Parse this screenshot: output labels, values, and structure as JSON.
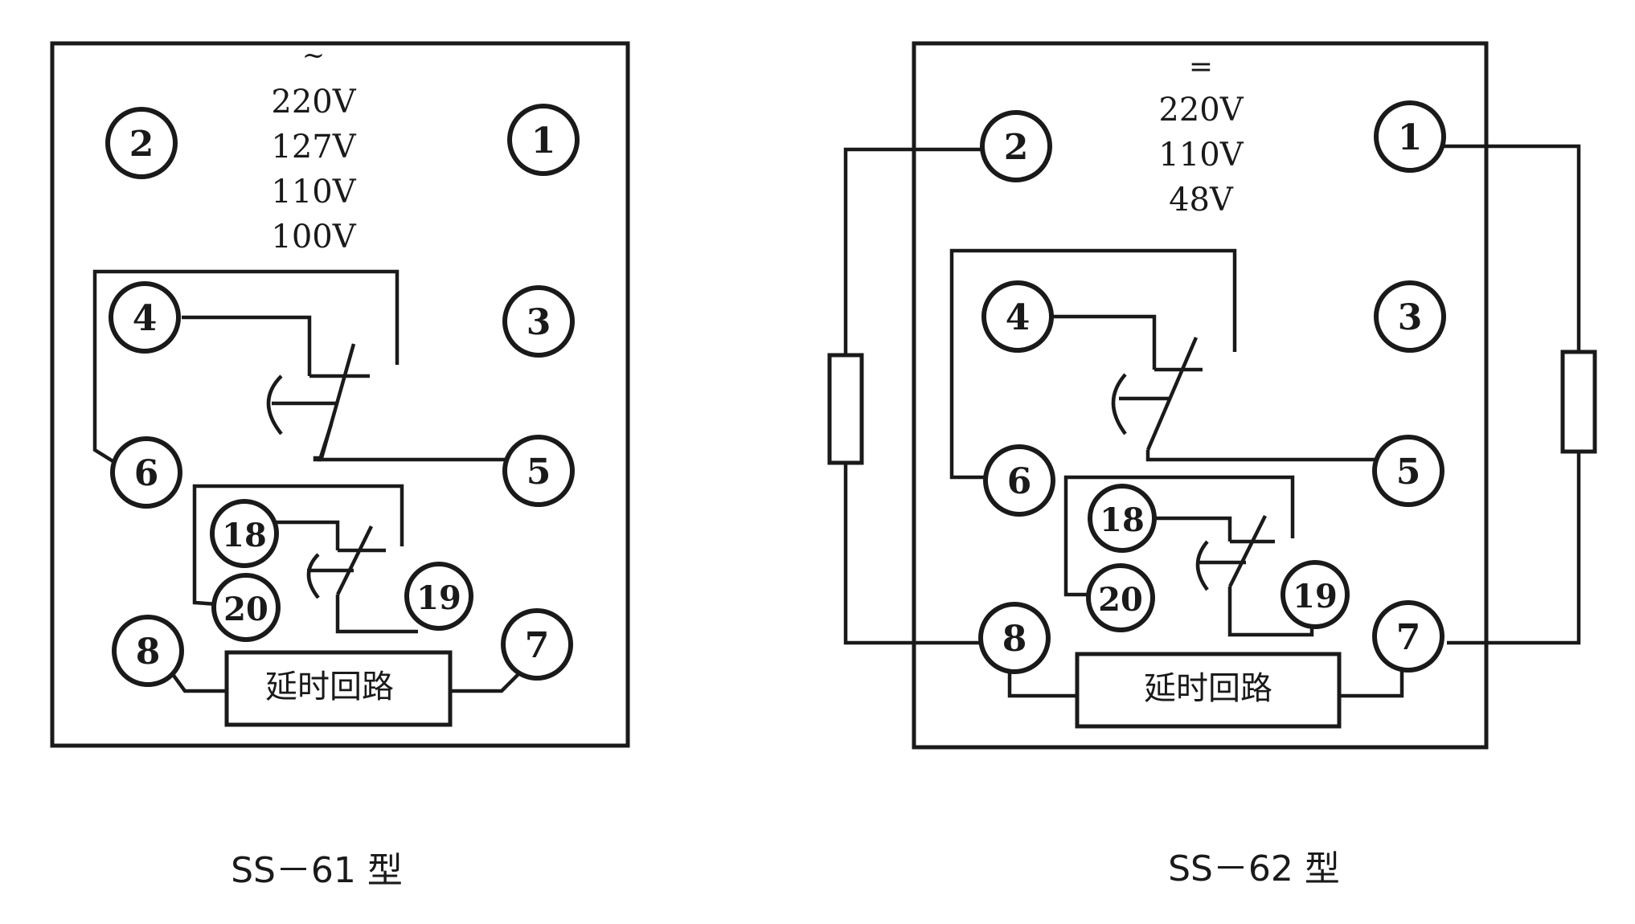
{
  "diagrams": [
    {
      "model_label": "SS－61 型",
      "supply_symbol": "~",
      "voltages": [
        "220V",
        "127V",
        "110V",
        "100V"
      ],
      "delay_circuit_label": "延时回路",
      "terminals": [
        "2",
        "1",
        "4",
        "3",
        "6",
        "5",
        "18",
        "20",
        "19",
        "8",
        "7"
      ],
      "external_resistors": false
    },
    {
      "model_label": "SS－62 型",
      "supply_symbol": "=",
      "voltages": [
        "220V",
        "110V",
        "48V"
      ],
      "delay_circuit_label": "延时回路",
      "terminals": [
        "2",
        "1",
        "4",
        "3",
        "6",
        "5",
        "18",
        "20",
        "19",
        "8",
        "7"
      ],
      "external_resistors": true
    }
  ]
}
